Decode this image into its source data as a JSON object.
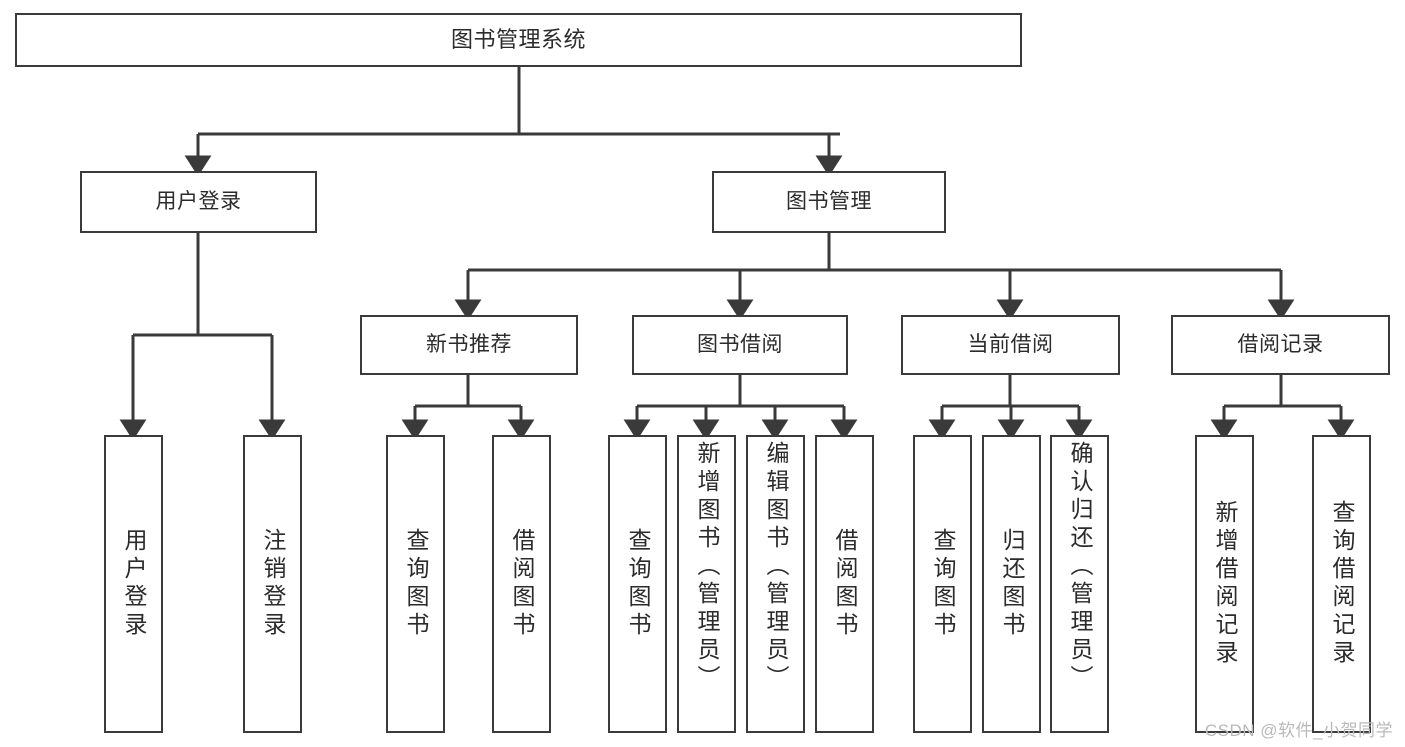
{
  "diagram": {
    "title": "图书管理系统",
    "watermark": "CSDN @软件_小贺同学",
    "type": "tree-hierarchy-diagram",
    "colors": {
      "stroke": "#3a3a3a",
      "text": "#2b2b2b",
      "background": "#ffffff",
      "watermark": "#b9b9b9"
    },
    "root": {
      "label": "图书管理系统"
    },
    "level1": [
      {
        "label": "用户登录"
      },
      {
        "label": "图书管理"
      }
    ],
    "level2": [
      {
        "label": "新书推荐"
      },
      {
        "label": "图书借阅"
      },
      {
        "label": "当前借阅"
      },
      {
        "label": "借阅记录"
      }
    ],
    "leaves": {
      "user_login": [
        {
          "label": "用户登录"
        },
        {
          "label": "注销登录"
        }
      ],
      "new_book_recommend": [
        {
          "label": "查询图书"
        },
        {
          "label": "借阅图书"
        }
      ],
      "book_borrow": [
        {
          "label": "查询图书"
        },
        {
          "label": "新增图书（管理员）"
        },
        {
          "label": "编辑图书（管理员）"
        },
        {
          "label": "借阅图书"
        }
      ],
      "current_borrow": [
        {
          "label": "查询图书"
        },
        {
          "label": "归还图书"
        },
        {
          "label": "确认归还（管理员）"
        }
      ],
      "borrow_record": [
        {
          "label": "新增借阅记录"
        },
        {
          "label": "查询借阅记录"
        }
      ]
    }
  }
}
